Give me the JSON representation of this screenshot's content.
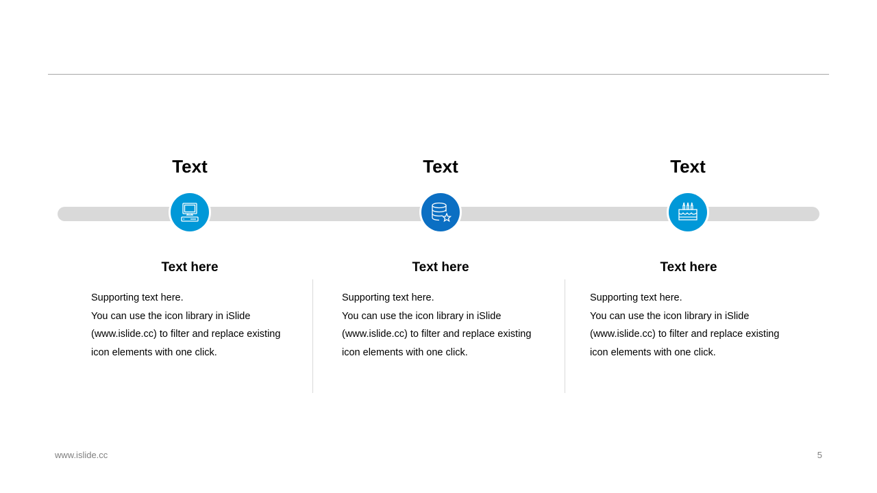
{
  "colors": {
    "accent_light": "#0098d8",
    "accent_dark": "#0b6fc3",
    "track": "#d9d9d9",
    "rule": "#a6a6a6"
  },
  "steps": [
    {
      "title": "Text",
      "icon": "computer-icon",
      "icon_color": "#0098d8",
      "subtitle": "Text here",
      "body": [
        "Supporting text here.",
        "You can use the icon library in iSlide",
        "(www.islide.cc) to filter and replace existing",
        "icon elements with one click."
      ]
    },
    {
      "title": "Text",
      "icon": "database-star-icon",
      "icon_color": "#0b6fc3",
      "subtitle": "Text here",
      "body": [
        "Supporting text here.",
        "You can use the icon library in iSlide",
        "(www.islide.cc) to filter and replace existing",
        "icon elements with one click."
      ]
    },
    {
      "title": "Text",
      "icon": "birthday-cake-icon",
      "icon_color": "#0098d8",
      "subtitle": "Text here",
      "body": [
        "Supporting text here.",
        "You can use the icon library in iSlide",
        "(www.islide.cc) to filter and replace existing",
        "icon elements with one click."
      ]
    }
  ],
  "footer": {
    "url": "www.islide.cc",
    "page": "5"
  }
}
